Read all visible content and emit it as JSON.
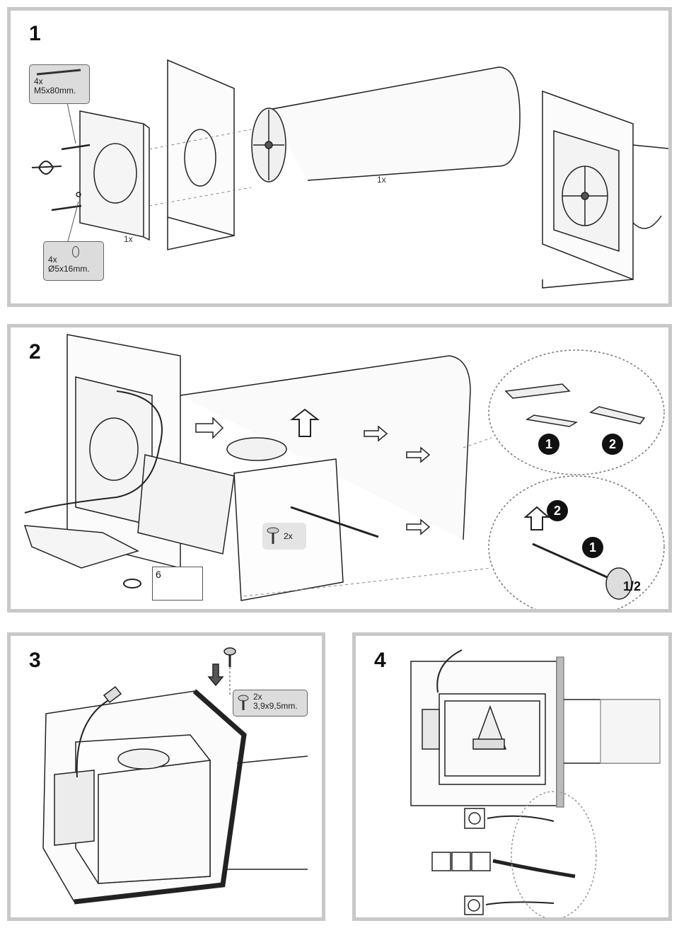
{
  "steps": [
    {
      "number": "1"
    },
    {
      "number": "2"
    },
    {
      "number": "3"
    },
    {
      "number": "4"
    }
  ],
  "step1": {
    "bolts_qty": "4x",
    "bolts_size": "M5x80mm.",
    "washers_qty": "4x",
    "washers_size": "Ø5x16mm.",
    "frame_qty": "1x",
    "pipe_qty": "1x"
  },
  "step2": {
    "screws_qty": "2x",
    "counter_value": "6",
    "detail_badge_1": "1",
    "detail_badge_2": "2",
    "turn_badge_1": "1",
    "turn_badge_2": "2",
    "turn_fraction": "1/2"
  },
  "step3": {
    "screws_qty": "2x",
    "screws_size": "3,9x9,5mm."
  },
  "icons": {
    "bolt": "bolt-icon",
    "washer": "washer-icon",
    "screw": "screw-icon",
    "screwdriver": "screwdriver-icon",
    "arrow": "arrow-icon",
    "plug": "power-plug-icon",
    "connector": "wire-connector-icon"
  }
}
